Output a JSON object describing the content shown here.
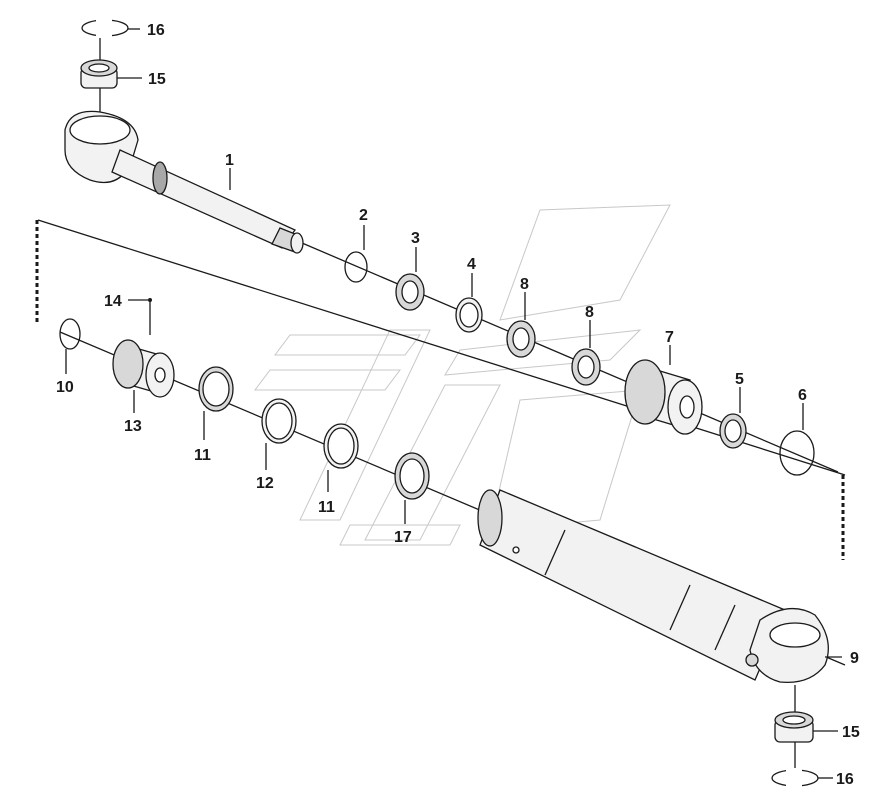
{
  "callouts": [
    {
      "id": "16",
      "label": "16"
    },
    {
      "id": "15",
      "label": "15"
    },
    {
      "id": "1",
      "label": "1"
    },
    {
      "id": "2",
      "label": "2"
    },
    {
      "id": "3",
      "label": "3"
    },
    {
      "id": "4",
      "label": "4"
    },
    {
      "id": "8a",
      "label": "8"
    },
    {
      "id": "8b",
      "label": "8"
    },
    {
      "id": "7",
      "label": "7"
    },
    {
      "id": "5",
      "label": "5"
    },
    {
      "id": "6",
      "label": "6"
    },
    {
      "id": "14",
      "label": "14"
    },
    {
      "id": "10",
      "label": "10"
    },
    {
      "id": "13",
      "label": "13"
    },
    {
      "id": "11a",
      "label": "11"
    },
    {
      "id": "12",
      "label": "12"
    },
    {
      "id": "11b",
      "label": "11"
    },
    {
      "id": "17",
      "label": "17"
    },
    {
      "id": "9",
      "label": "9"
    },
    {
      "id": "15b",
      "label": "15"
    },
    {
      "id": "16b",
      "label": "16"
    }
  ]
}
